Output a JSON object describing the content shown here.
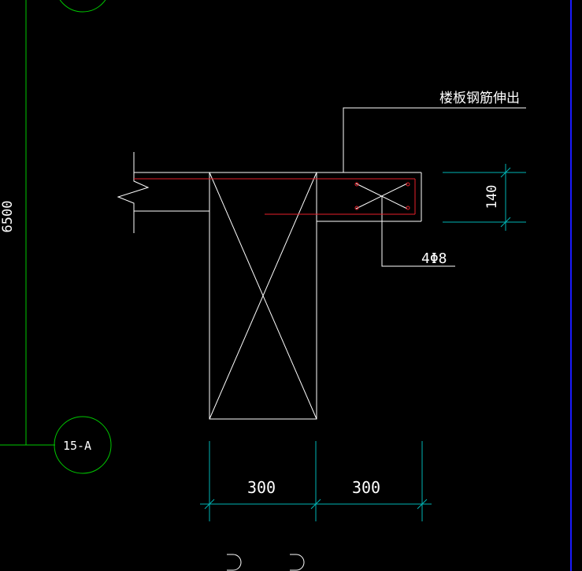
{
  "drawing": {
    "axis_label": "15-A",
    "side_dimension": "6500",
    "annotation_slab_rebar": "楼板钢筋伸出",
    "annotation_bars": "4Φ8",
    "dim_thickness": "140",
    "dim_width_left": "300",
    "dim_width_right": "300"
  },
  "colors": {
    "background": "#000000",
    "linework": "#ffffff",
    "axis_grid": "#00c800",
    "dimension": "#00b4b4",
    "rebar": "#e8202a",
    "frame_edge": "#1a1aff"
  }
}
